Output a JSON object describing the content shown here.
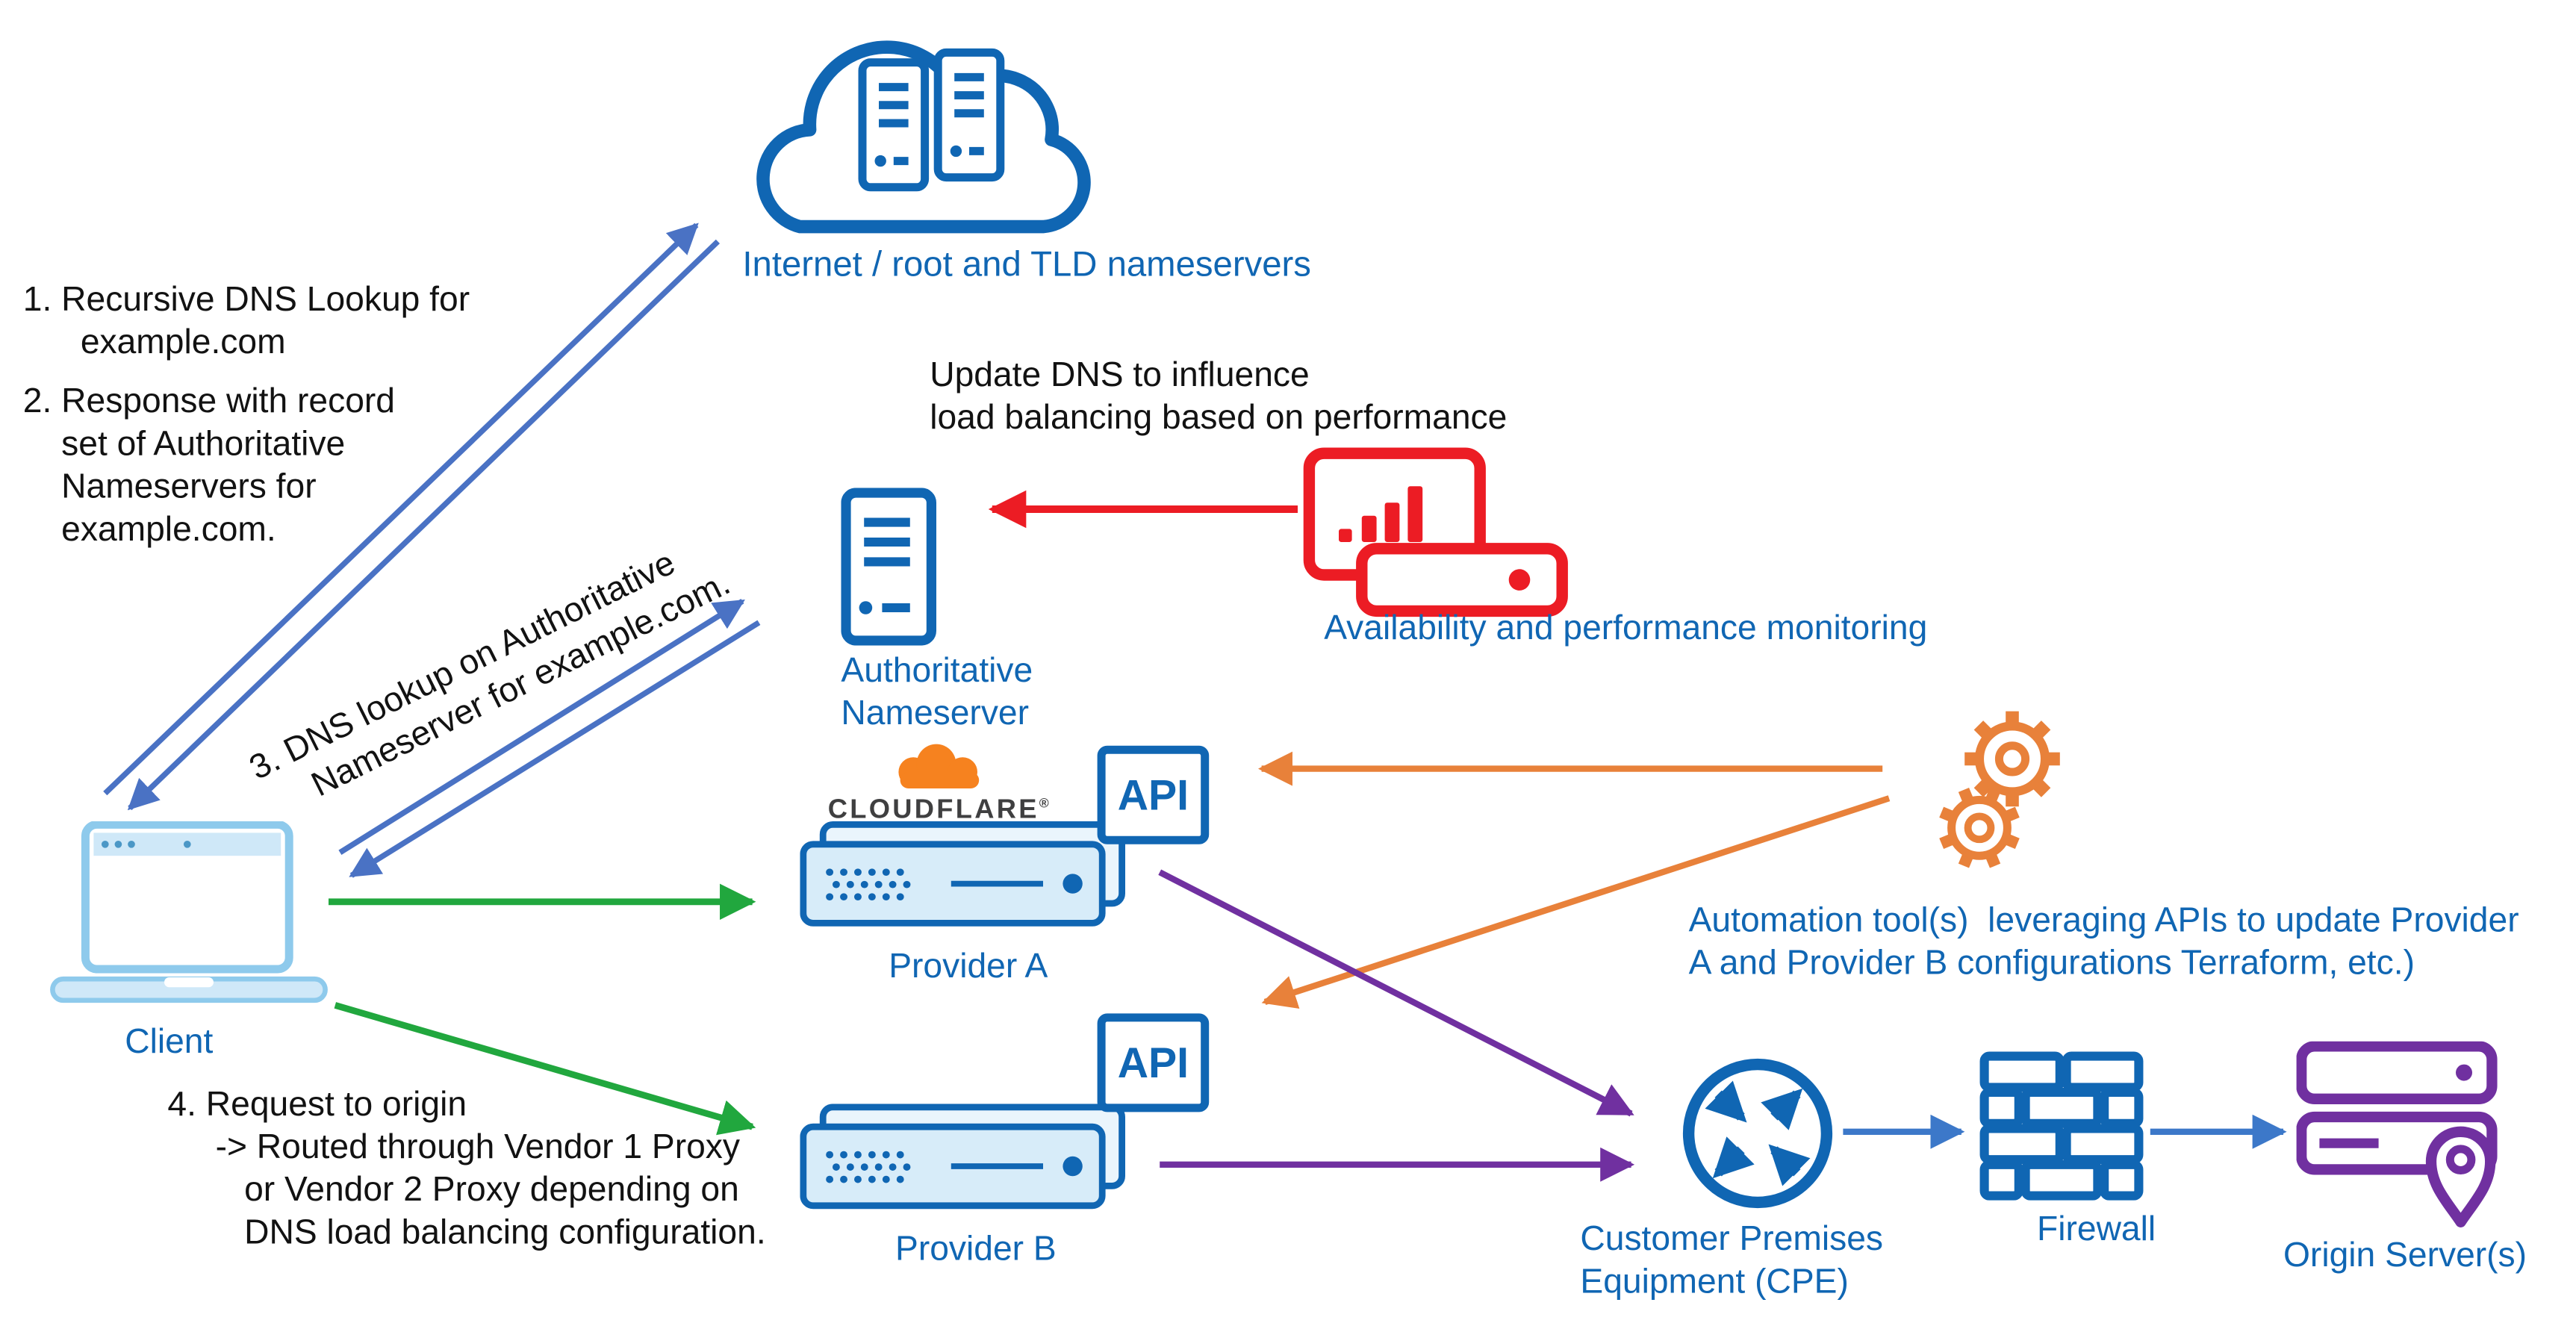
{
  "colors": {
    "diagram_blue": "#1066b3",
    "arrow_blue": "#4a72c4",
    "flow_blue": "#3c78c9",
    "green": "#21a73e",
    "red": "#ec1c24",
    "orange": "#e8813a",
    "purple": "#7030a0",
    "cloudflare_orange": "#f6821f",
    "laptop_blue": "#8ecaec"
  },
  "labels": {
    "internet": "Internet / root and TLD nameservers",
    "authoritative_ns": "Authoritative\nNameserver",
    "monitoring": "Availability and performance monitoring",
    "client": "Client",
    "provider_a": "Provider A",
    "provider_b": "Provider B",
    "api_a": "API",
    "api_b": "API",
    "cloudflare_brand": "CLOUDFLARE",
    "automation": "Automation tool(s)  leveraging APIs to update Provider\nA and Provider B configurations Terraform, etc.)",
    "cpe": "Customer Premises\nEquipment (CPE)",
    "firewall": "Firewall",
    "origin": "Origin Server(s)"
  },
  "annotations": {
    "step1": "1. Recursive DNS Lookup for\n      example.com",
    "step2": "2. Response with record\n    set of Authoritative\n    Nameservers for\n    example.com.",
    "step3": "3. DNS lookup on Authoritative\n     Nameserver for example.com.",
    "step4": "4. Request to origin\n     -> Routed through Vendor 1 Proxy\n        or Vendor 2 Proxy depending on\n        DNS load balancing configuration.",
    "update_dns": "Update DNS to influence\nload balancing based on performance"
  }
}
